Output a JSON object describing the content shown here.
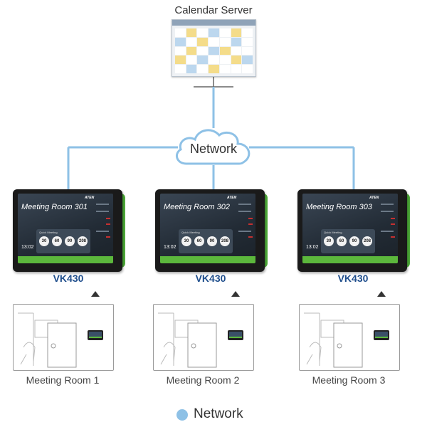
{
  "server": {
    "title": "Calendar Server"
  },
  "network": {
    "cloud_label": "Network"
  },
  "devices": [
    {
      "room_screen_title": "Meeting Room 301",
      "model": "VK430",
      "brand": "ATEN",
      "clock": "13:02",
      "quick_label": "Quick Meeting",
      "durations": [
        "30",
        "60",
        "90",
        "208"
      ]
    },
    {
      "room_screen_title": "Meeting Room 302",
      "model": "VK430",
      "brand": "ATEN",
      "clock": "13:02",
      "quick_label": "Quick Meeting",
      "durations": [
        "30",
        "60",
        "90",
        "208"
      ]
    },
    {
      "room_screen_title": "Meeting Room 303",
      "model": "VK430",
      "brand": "ATEN",
      "clock": "13:02",
      "quick_label": "Quick Meeting",
      "durations": [
        "30",
        "60",
        "90",
        "208"
      ]
    }
  ],
  "rooms": [
    {
      "label": "Meeting Room 1"
    },
    {
      "label": "Meeting Room 2"
    },
    {
      "label": "Meeting Room 3"
    }
  ],
  "legend": {
    "label": "Network",
    "color": "#8ec1e6"
  },
  "colors": {
    "line": "#8ec1e6",
    "model_text": "#1f4e8c",
    "device_accent": "#5cb83c"
  }
}
